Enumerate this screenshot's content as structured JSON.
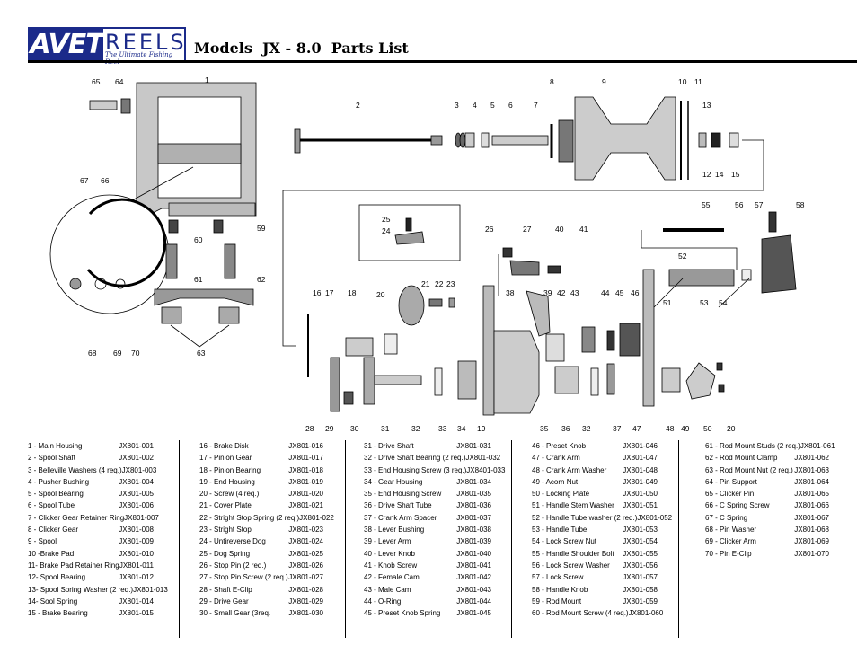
{
  "header": {
    "logo_main": "AVET",
    "logo_reels": "REELS",
    "logo_tagline": "The Ultimate Fishing Reel",
    "title": "Models  JX - 8.0  Parts List"
  },
  "callouts": [
    "65",
    "64",
    "1",
    "2",
    "3",
    "4",
    "5",
    "6",
    "7",
    "8",
    "9",
    "10",
    "11",
    "13",
    "12",
    "14",
    "15",
    "67",
    "66",
    "59",
    "60",
    "61",
    "62",
    "68",
    "69",
    "70",
    "63",
    "25",
    "24",
    "26",
    "27",
    "40",
    "41",
    "55",
    "56",
    "57",
    "58",
    "52",
    "21",
    "22",
    "23",
    "20",
    "16",
    "17",
    "18",
    "38",
    "39",
    "42",
    "43",
    "44",
    "45",
    "46",
    "51",
    "53",
    "54",
    "28",
    "29",
    "30",
    "31",
    "32",
    "33",
    "34",
    "19",
    "35",
    "36",
    "32",
    "37",
    "47",
    "48",
    "49",
    "50",
    "20"
  ],
  "parts_list": {
    "columns": [
      [
        {
          "name": "1 - Main Housing",
          "part": "JX801-001"
        },
        {
          "name": "2 - Spool Shaft",
          "part": "JX801-002"
        },
        {
          "name": "3 - Belleville Washers (4 req.)",
          "part": "JX801-003"
        },
        {
          "name": "4 - Pusher Bushing",
          "part": "JX801-004"
        },
        {
          "name": "5 - Spool Bearing",
          "part": "JX801-005"
        },
        {
          "name": "6 - Spool Tube",
          "part": "JX801-006"
        },
        {
          "name": "7 - Clicker Gear Retainer Ring",
          "part": "JX801-007"
        },
        {
          "name": "8 - Clicker Gear",
          "part": "JX801-008"
        },
        {
          "name": "9 - Spool",
          "part": "JX801-009"
        },
        {
          "name": "10 -Brake Pad",
          "part": "JX801-010"
        },
        {
          "name": "11- Brake Pad Retainer Ring",
          "part": "JX801-011"
        },
        {
          "name": "12- Spool Bearing",
          "part": "JX801-012"
        },
        {
          "name": "13- Spool Spring Washer (2 req.)",
          "part": "JX801-013"
        },
        {
          "name": "14- Sool Spring",
          "part": "JX801-014"
        },
        {
          "name": "15 - Brake Bearing",
          "part": "JX801-015"
        }
      ],
      [
        {
          "name": "16 - Brake Disk",
          "part": "JX801-016"
        },
        {
          "name": "17 - Pinion Gear",
          "part": "JX801-017"
        },
        {
          "name": "18 - Pinion Bearing",
          "part": "JX801-018"
        },
        {
          "name": "19 - End Housing",
          "part": "JX801-019"
        },
        {
          "name": "20 - Screw (4 req.)",
          "part": "JX801-020"
        },
        {
          "name": "21 - Cover Plate",
          "part": "JX801-021"
        },
        {
          "name": "22 - Stright Stop Spring (2 req.)",
          "part": "JX801-022"
        },
        {
          "name": "23 - Stright Stop",
          "part": "JX801-023"
        },
        {
          "name": "24 - Untireverse Dog",
          "part": "JX801-024"
        },
        {
          "name": "25 - Dog Spring",
          "part": "JX801-025"
        },
        {
          "name": "26 - Stop Pin (2 req.)",
          "part": "JX801-026"
        },
        {
          "name": "27 - Stop Pin Screw (2 req.)",
          "part": "JX801-027"
        },
        {
          "name": "28 - Shaft E-Clip",
          "part": "JX801-028"
        },
        {
          "name": "29 - Drive Gear",
          "part": "JX801-029"
        },
        {
          "name": "30 - Small Gear (3req.",
          "part": "JX801-030"
        }
      ],
      [
        {
          "name": "31 - Drive Shaft",
          "part": "JX801-031"
        },
        {
          "name": "32 - Drive Shaft Bearing (2 req.)",
          "part": "JX801-032"
        },
        {
          "name": "33 - End Housing Screw (3 req.)",
          "part": "JX8401-033"
        },
        {
          "name": "34 - Gear Housing",
          "part": "JX801-034"
        },
        {
          "name": "35 - End Housing Screw",
          "part": "JX801-035"
        },
        {
          "name": "36 - Drive Shaft Tube",
          "part": "JX801-036"
        },
        {
          "name": "37 - Crank Arm Spacer",
          "part": "JX801-037"
        },
        {
          "name": "38 - Lever Bushing",
          "part": "JX801-038"
        },
        {
          "name": "39 - Lever Arm",
          "part": "JX801-039"
        },
        {
          "name": "40 - Lever Knob",
          "part": "JX801-040"
        },
        {
          "name": "41 - Knob Screw",
          "part": "JX801-041"
        },
        {
          "name": "42 - Female Cam",
          "part": "JX801-042"
        },
        {
          "name": "43 - Male Cam",
          "part": "JX801-043"
        },
        {
          "name": "44 - O-Ring",
          "part": "JX801-044"
        },
        {
          "name": "45 - Preset Knob Spring",
          "part": "JX801-045"
        }
      ],
      [
        {
          "name": "46 - Preset Knob",
          "part": "JX801-046"
        },
        {
          "name": "47 - Crank Arm",
          "part": "JX801-047"
        },
        {
          "name": "48 - Crank Arm Washer",
          "part": "JX801-048"
        },
        {
          "name": "49 - Acorn Nut",
          "part": "JX801-049"
        },
        {
          "name": "50 - Locking Plate",
          "part": "JX801-050"
        },
        {
          "name": "51 - Handle Stem Washer",
          "part": "JX801-051"
        },
        {
          "name": "52 - Handle Tube washer (2 req.)",
          "part": "JX801-052"
        },
        {
          "name": "53 - Handle Tube",
          "part": "JX801-053"
        },
        {
          "name": "54 - Lock Screw Nut",
          "part": "JX801-054"
        },
        {
          "name": "55 - Handle Shoulder Bolt",
          "part": "JX801-055"
        },
        {
          "name": "56 - Lock Screw Washer",
          "part": "JX801-056"
        },
        {
          "name": "57 - Lock Screw",
          "part": "JX801-057"
        },
        {
          "name": "58 - Handle Knob",
          "part": "JX801-058"
        },
        {
          "name": "59 - Rod Mount",
          "part": "JX801-059"
        },
        {
          "name": "60 - Rod Mount Screw (4 req.)",
          "part": "JX801-060"
        }
      ],
      [
        {
          "name": "61 - Rod Mount Studs (2 req.)",
          "part": "JX801-061"
        },
        {
          "name": "62 - Rod Mount Clamp",
          "part": "JX801-062"
        },
        {
          "name": "63 - Rod Mount Nut (2 req.)",
          "part": "JX801-063"
        },
        {
          "name": "64 - Pin Support",
          "part": "JX801-064"
        },
        {
          "name": "65 - Clicker Pin",
          "part": "JX801-065"
        },
        {
          "name": "66 - C Spring Screw",
          "part": "JX801-066"
        },
        {
          "name": "67 - C Spring",
          "part": "JX801-067"
        },
        {
          "name": "68 - Pin Washer",
          "part": "JX801-068"
        },
        {
          "name": "69 - Clicker Arm",
          "part": "JX801-069"
        },
        {
          "name": "70 - Pin E-Clip",
          "part": "JX801-070"
        }
      ]
    ]
  }
}
